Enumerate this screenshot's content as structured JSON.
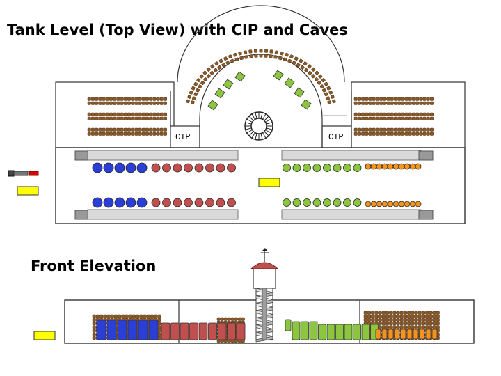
{
  "titles": {
    "top_view": "Tank Level (Top View) with CIP and Caves",
    "front_elevation": "Front Elevation"
  },
  "labels": {
    "cip_left": "CIP",
    "cip_right": "CIP"
  },
  "colors": {
    "blue_tank": "#2b3fd6",
    "red_tank": "#c0504d",
    "green_tank": "#8cc63f",
    "orange_tank": "#f6921e",
    "barrel": "#8b5a2b",
    "yellow_marker": "#ffff00",
    "tower_roof": "#c0504d",
    "outline": "#222222",
    "rail": "#d9d9d9"
  },
  "icons": [
    "hose-icon",
    "spiral-staircase-icon",
    "weathervane-icon"
  ]
}
